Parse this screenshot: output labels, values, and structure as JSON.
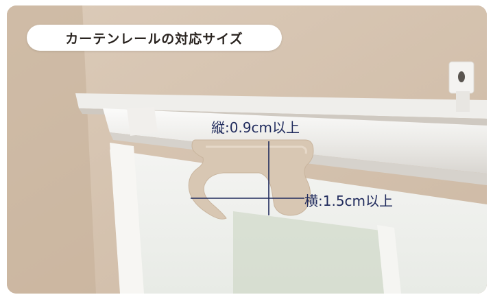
{
  "title": "カーテンレールの対応サイズ",
  "dimensions": {
    "vertical_label": "縦:0.9cm以上",
    "horizontal_label": "横:1.5cm以上"
  },
  "colors": {
    "dimension_line": "#1f2a5c",
    "rail_profile": "#d8c7b3",
    "pill_background": "#ffffff"
  }
}
